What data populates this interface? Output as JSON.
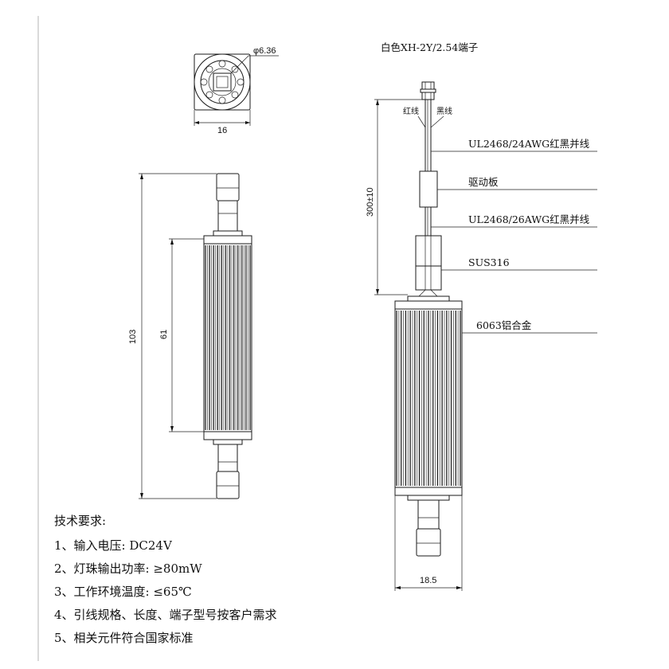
{
  "front_view": {
    "diameter_label": "φ6.36",
    "width_label": "16"
  },
  "side_view": {
    "total_length_label": "103",
    "body_length_label": "61"
  },
  "wired_view": {
    "connector_label": "白色XH-2Y/2.54端子",
    "red_wire_label": "红线",
    "black_wire_label": "黑线",
    "cable_top_label": "UL2468/24AWG红黑并线",
    "driver_label": "驱动板",
    "cable_bottom_label": "UL2468/26AWG红黑并线",
    "tube_label": "SUS316",
    "housing_label": "6063铝合金",
    "lead_length_label": "300±10",
    "width_label": "18.5"
  },
  "requirements": {
    "title": "技术要求:",
    "items": [
      "1、输入电压: DC24V",
      "2、灯珠输出功率: ≥80mW",
      "3、工作环境温度: ≤65℃",
      "4、引线规格、长度、端子型号按客户需求",
      "5、相关元件符合国家标准"
    ]
  }
}
